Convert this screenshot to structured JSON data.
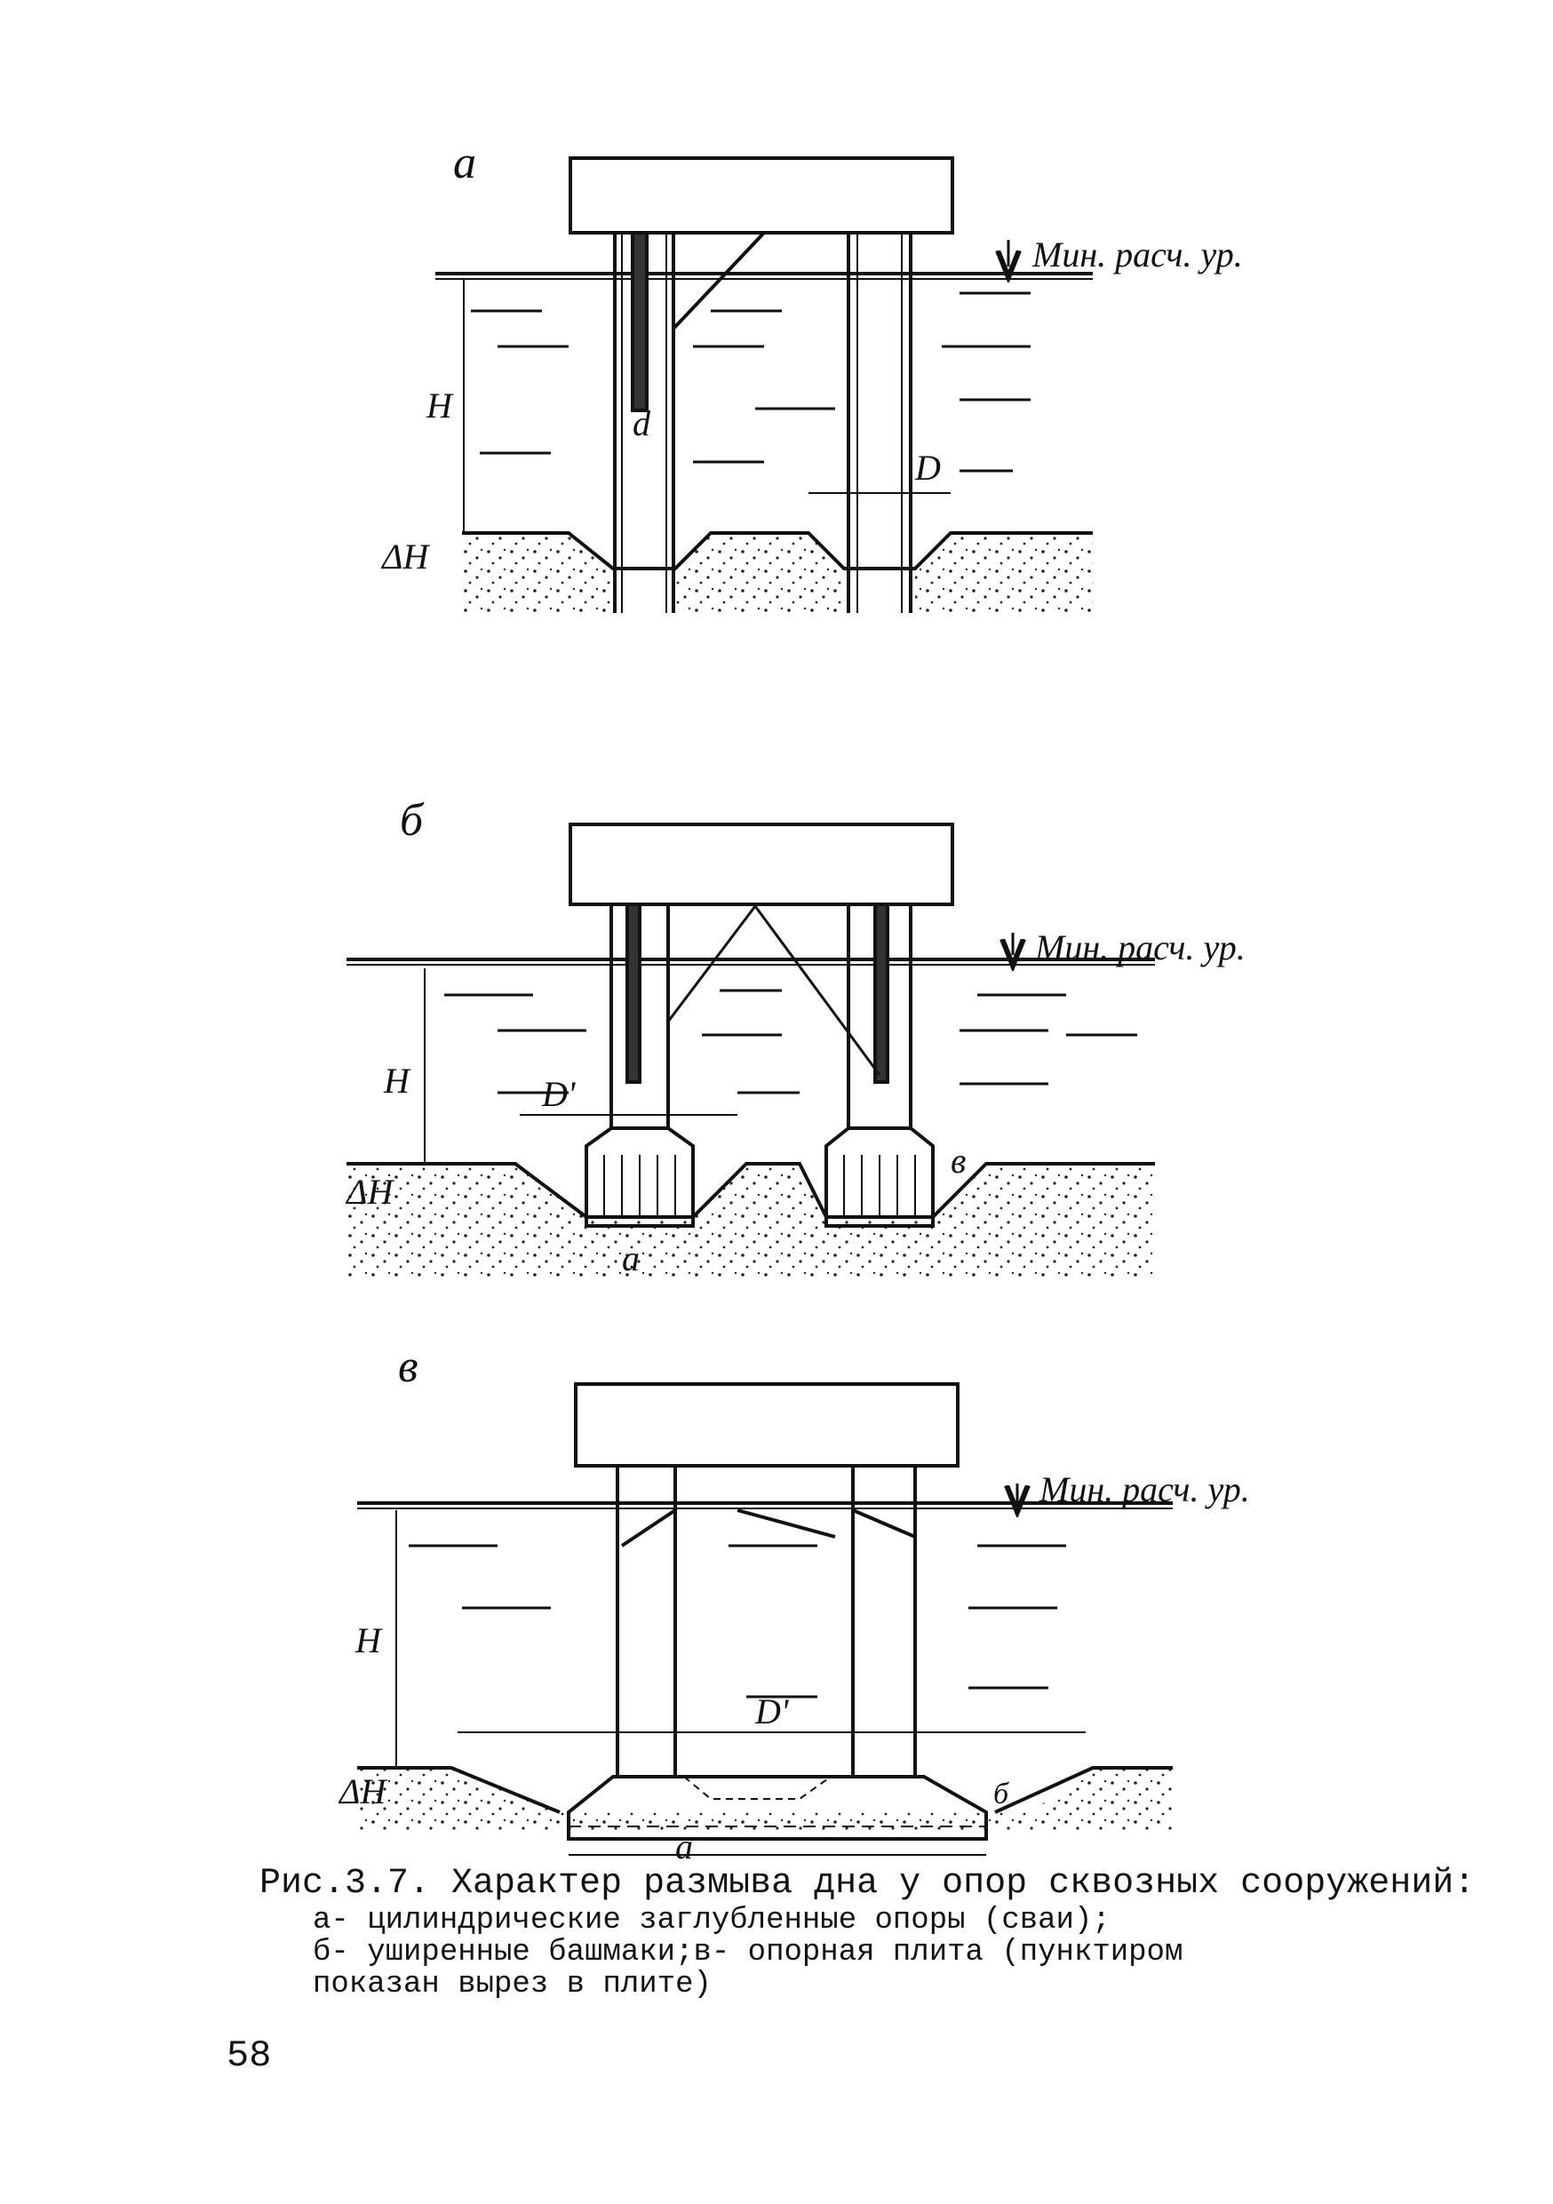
{
  "figure": {
    "panels": [
      {
        "label": "а",
        "water_level": "Мин. расч. ур.",
        "depth": "H",
        "scour": "ΔH",
        "pile_dim": "d",
        "width_dim": "D"
      },
      {
        "label": "б",
        "water_level": "Мин. расч. ур.",
        "depth": "H",
        "scour": "ΔH",
        "width_dim": "D'",
        "footing_height": "в",
        "footing_width": "а"
      },
      {
        "label": "в",
        "water_level": "Мин. расч. ур.",
        "depth": "H",
        "scour": "ΔH",
        "width_dim": "D'",
        "slab_height": "б",
        "slab_width": "а"
      }
    ]
  },
  "caption": {
    "title": "Рис.3.7. Характер размыва дна у опор сквозных сооружений:",
    "lines": [
      "а- цилиндрические заглубленные опоры (сваи);",
      "б- уширенные башмаки;в- опорная плита (пунктиром",
      "показан вырез в плите)"
    ]
  },
  "page_number": "58"
}
